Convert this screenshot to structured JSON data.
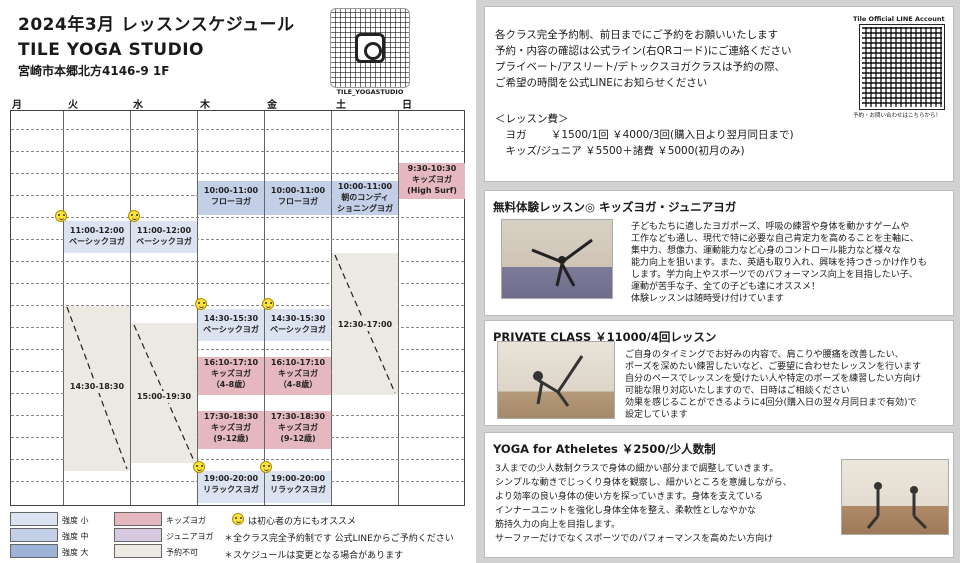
{
  "header": {
    "title": "2024年3月 レッスンスケジュール",
    "studio": "TILE YOGA STUDIO",
    "address": "宮崎市本郷北方4146-9 1F",
    "instagram_label": "TILE_YOGASTUDIO"
  },
  "days": [
    "月",
    "火",
    "水",
    "木",
    "金",
    "土",
    "日"
  ],
  "blocks": {
    "sun_kids": "9:30-10:30\nキッズヨガ\n(High Surf)",
    "thu_flow": "10:00-11:00\nフローヨガ",
    "fri_flow": "10:00-11:00\nフローヨガ",
    "sat_cond": "10:00-11:00\n朝のコンディ\nショニングヨガ",
    "tue_basic": "11:00-12:00\nベーシックヨガ",
    "wed_basic": "11:00-12:00\nベーシックヨガ",
    "sat_off": "12:30-17:00",
    "tue_off": "14:30-18:30",
    "wed_off": "15:00-19:30",
    "thu_basic": "14:30-15:30\nベーシックヨガ",
    "fri_basic": "14:30-15:30\nベーシックヨガ",
    "thu_kids1": "16:10-17:10\nキッズヨガ\n（4-8歳）",
    "fri_kids1": "16:10-17:10\nキッズヨガ\n（4-8歳）",
    "thu_kids2": "17:30-18:30\nキッズヨガ\n(9-12歳)",
    "fri_kids2": "17:30-18:30\nキッズヨガ\n(9-12歳)",
    "thu_relax": "19:00-20:00\nリラックスヨガ",
    "fri_relax": "19:00-20:00\nリラックスヨガ"
  },
  "legend": {
    "small": "強度 小",
    "mid": "強度 中",
    "big": "強度 大",
    "kids": "キッズヨガ",
    "junior": "ジュニアヨガ",
    "unavail": "予約不可",
    "note1": "は初心者の方にもオススメ",
    "note2": "＊全クラス完全予約制です 公式LINEからご予約ください",
    "note3": "＊スケジュールは変更となる場合があります"
  },
  "info": {
    "lines": [
      "各クラス完全予約制、前日までにご予約をお願いいたします",
      "予約・内容の確認は公式ライン(右QRコード)にご連絡ください",
      "プライベート/アスリート/デトックスヨガクラスは予約の際、",
      "ご希望の時間を公式LINEにお知らせください",
      "",
      "＜レッスン費＞",
      "　ヨガ　　 ￥1500/1回 ￥4000/3回(購入日より翌月同日まで)",
      "　キッズ/ジュニア ￥5500＋諸費 ￥5000(初月のみ)"
    ],
    "qr_title": "Tile Official LINE Account",
    "qr_caption": "予約・お問い合わせはこちらから！"
  },
  "trial": {
    "title": "無料体験レッスン◎ キッズヨガ・ジュニアヨガ",
    "lines": [
      "子どもたちに適したヨガポーズ、呼吸の練習や身体を動かすゲームや",
      "工作なども通し、現代で特に必要な自己肯定力を高めることを主軸に、",
      "集中力、想像力、運動能力など心身のコントロール能力など様々な",
      "能力向上を狙います。また、英語も取り入れ、興味を持つきっかけ作りも",
      "します。学力向上やスポーツでのパフォーマンス向上を目指したい子、",
      "運動が苦手な子、全ての子ども達にオススメ！",
      "体験レッスンは随時受け付けています"
    ]
  },
  "private": {
    "title": "PRIVATE CLASS ￥11000/4回レッスン",
    "lines": [
      "ご自身のタイミングでお好みの内容で、肩こりや腰痛を改善したい、",
      "ポーズを深めたい練習したいなど、ご要望に合わせたレッスンを行います",
      "自分のペースでレッスンを受けたい人や特定のポーズを練習したい方向け",
      "可能な限り対応いたしますので、日時はご相談ください",
      "効果を感じることができるように4回分(購入日の翌々月同日まで有効)で",
      "設定しています"
    ]
  },
  "athletes": {
    "title": "YOGA for Atheletes ￥2500/少人数制",
    "lines": [
      "3人までの少人数制クラスで身体の細かい部分まで調整していきます。",
      "シンプルな動きでじっくり身体を観察し、細かいところを意識しながら、",
      "より効率の良い身体の使い方を探っていきます。身体を支えている",
      "インナーユニットを強化し身体全体を整え、柔軟性としなやかな",
      "筋持久力の向上を目指します。",
      "サーファーだけでなくスポーツでのパフォーマンスを高めたい方向け"
    ]
  }
}
